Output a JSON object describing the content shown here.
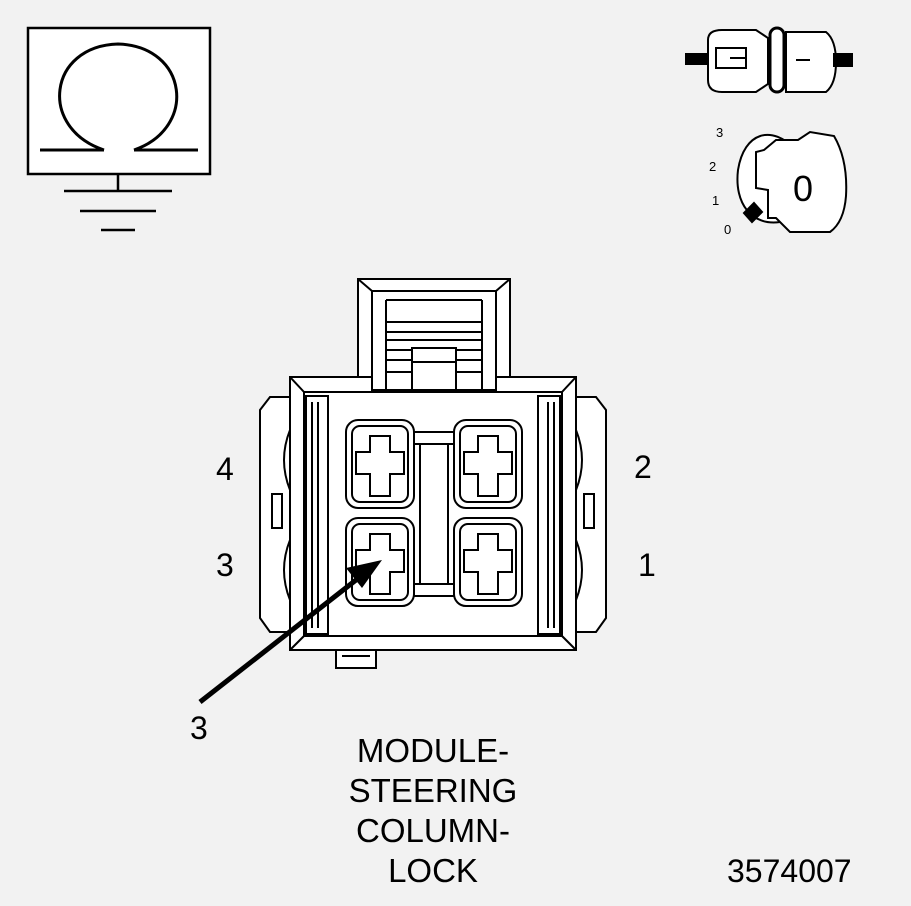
{
  "symbols": {
    "resistance": "ohmmeter-ground-icon",
    "disconnect": "disconnected-connector-icon",
    "ignition": "ignition-key-off-icon"
  },
  "ignition": {
    "positions": [
      "3",
      "2",
      "1",
      "0"
    ],
    "key_label": "0"
  },
  "connector": {
    "pins": {
      "top_left": "4",
      "bottom_left": "3",
      "top_right": "2",
      "bottom_right": "1"
    },
    "callout": "3"
  },
  "caption": {
    "lines": [
      "MODULE-",
      "STEERING",
      "COLUMN-",
      "LOCK"
    ]
  },
  "figure_id": "3574007",
  "colors": {
    "background": "#f2f2f2",
    "stroke": "#000000",
    "fill_light": "#ffffff"
  }
}
